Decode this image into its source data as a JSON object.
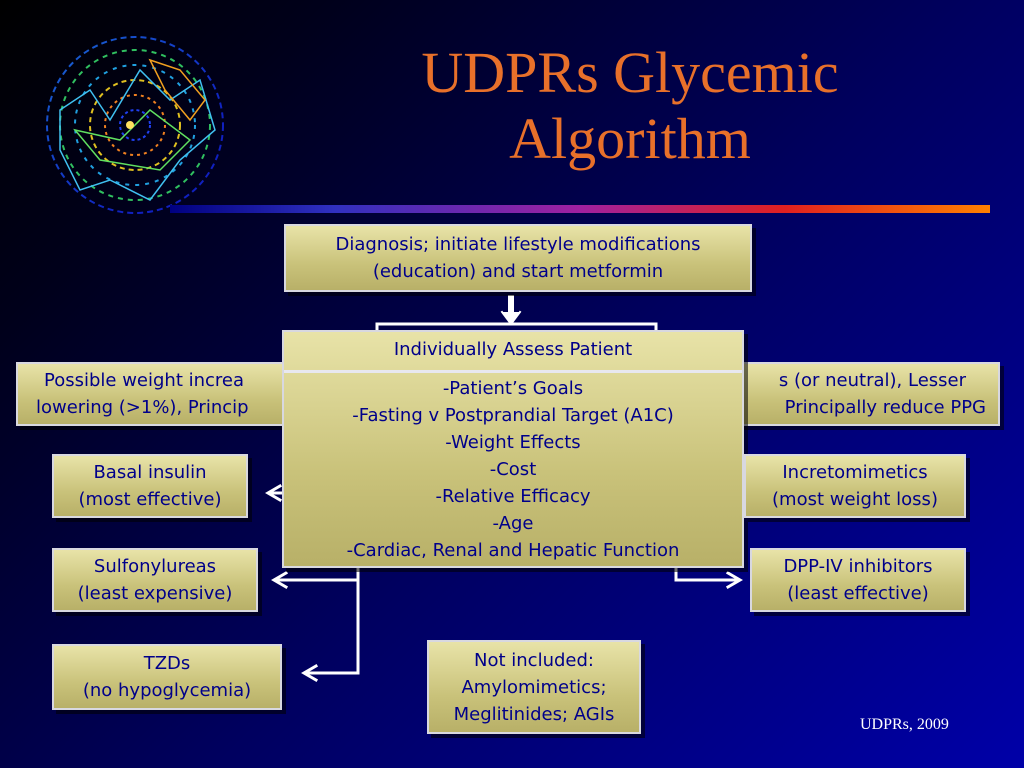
{
  "title": {
    "line1": "UDPRs Glycemic",
    "line2": "Algorithm"
  },
  "diagnosis": {
    "line1": "Diagnosis; initiate lifestyle modifications",
    "line2": "(education) and start metformin"
  },
  "left_category": {
    "line1": "Possible weight increa",
    "line2": "lowering (>1%), Princip"
  },
  "right_category": {
    "line1": "s (or neutral), Lesser",
    "line2": "Principally reduce PPG"
  },
  "assess": {
    "heading": "Individually Assess Patient",
    "items": [
      "-Patient’s Goals",
      "-Fasting v Postprandial Target (A1C)",
      "-Weight Effects",
      "-Cost",
      "-Relative Efficacy",
      "-Age",
      "-Cardiac, Renal and Hepatic Function"
    ]
  },
  "basal_insulin": {
    "line1": "Basal insulin",
    "line2": "(most effective)"
  },
  "sulfonylureas": {
    "line1": "Sulfonylureas",
    "line2": "(least expensive)"
  },
  "tzds": {
    "line1": "TZDs",
    "line2": "(no hypoglycemia)"
  },
  "not_included": {
    "line1": "Not included:",
    "line2": "Amylomimetics;",
    "line3": "Meglitinides; AGIs"
  },
  "incretomimetics": {
    "line1": "Incretomimetics",
    "line2": "(most weight loss)"
  },
  "dpp4": {
    "line1": "DPP-IV inhibitors",
    "line2": "(least effective)"
  },
  "footer": "UDPRs, 2009",
  "colors": {
    "title": "#e8702a",
    "box_text": "#00008a",
    "box_fill": "#c9c27a",
    "arrow": "#ffffff"
  }
}
